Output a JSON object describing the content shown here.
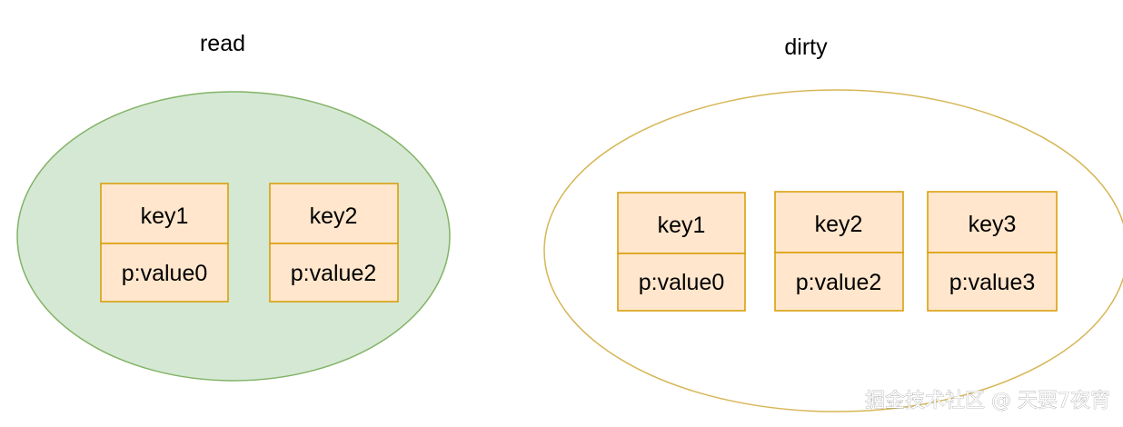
{
  "read": {
    "title": "read",
    "entries": [
      {
        "key": "key1",
        "value": "p:value0"
      },
      {
        "key": "key2",
        "value": "p:value2"
      }
    ]
  },
  "dirty": {
    "title": "dirty",
    "entries": [
      {
        "key": "key1",
        "value": "p:value0"
      },
      {
        "key": "key2",
        "value": "p:value2"
      },
      {
        "key": "key3",
        "value": "p:value3"
      }
    ]
  },
  "watermark": "掘金技术社区 @ 天要7夜宵",
  "colors": {
    "read_fill": "#d5e8d4",
    "read_stroke": "#82b366",
    "dirty_fill": "#ffffff",
    "dirty_stroke": "#d6b656",
    "entry_fill": "#ffe6cc",
    "entry_stroke": "#d79b00"
  }
}
